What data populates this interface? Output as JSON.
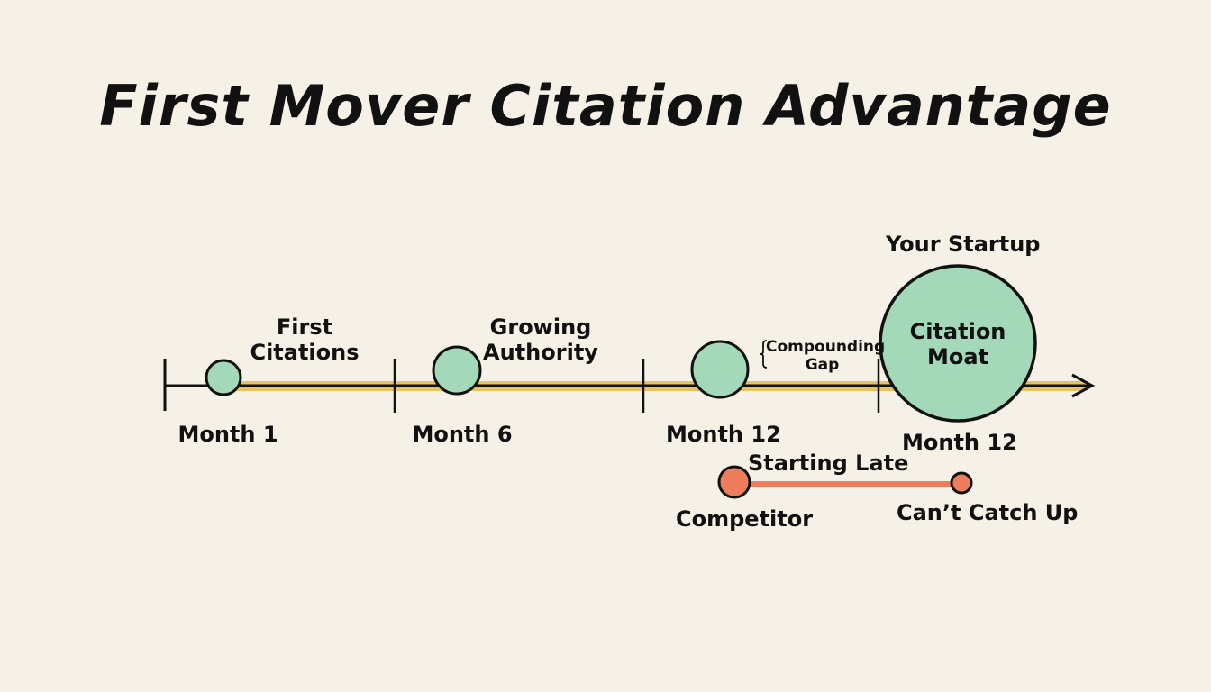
{
  "title": "First Mover Citation Advantage",
  "timeline": {
    "milestones": [
      {
        "label_line1": "First",
        "label_line2": "Citations",
        "month": "Month 1"
      },
      {
        "label_line1": "Growing",
        "label_line2": "Authority",
        "month": "Month 6"
      },
      {
        "month": "Month 12"
      },
      {
        "label_line1": "Citation",
        "label_line2": "Moat",
        "month": "Month 12",
        "caption": "Your Startup"
      }
    ],
    "gap_label_line1": "Compounding",
    "gap_label_line2": "Gap"
  },
  "competitor": {
    "start_label": "Competitor",
    "line_label": "Starting Late",
    "end_label": "Can’t Catch Up"
  },
  "colors": {
    "background": "#f6f1e6",
    "green": "#a3d9b8",
    "orange": "#ee7d5c",
    "yellow": "#e9c35c"
  }
}
